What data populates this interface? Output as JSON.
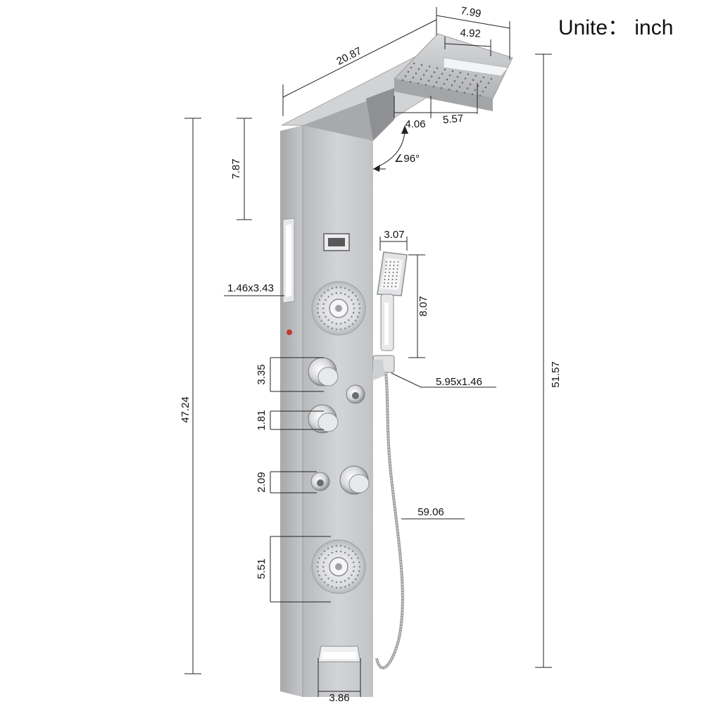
{
  "unit_label": "Unite： inch",
  "dimensions": {
    "total_height": "51.57",
    "panel_height": "47.24",
    "top_width": "20.87",
    "head_depth": "7.99",
    "head_inner": "4.92",
    "head_width": "5.57",
    "head_offset": "4.06",
    "angle": "∠96°",
    "top_section": "7.87",
    "handheld_width": "3.07",
    "handheld_height": "8.07",
    "tub_spout": "1.46x3.43",
    "holder": "5.95x1.46",
    "knob_1": "3.35",
    "knob_2": "1.81",
    "jet_gap": "2.09",
    "massage_jet": "5.51",
    "hose_length": "59.06",
    "base_width": "3.86"
  },
  "colors": {
    "panel": "#c9cacc",
    "panel_shadow": "#9fa1a3",
    "chrome": "#e6e7e9",
    "indicator": "#c0392b"
  }
}
